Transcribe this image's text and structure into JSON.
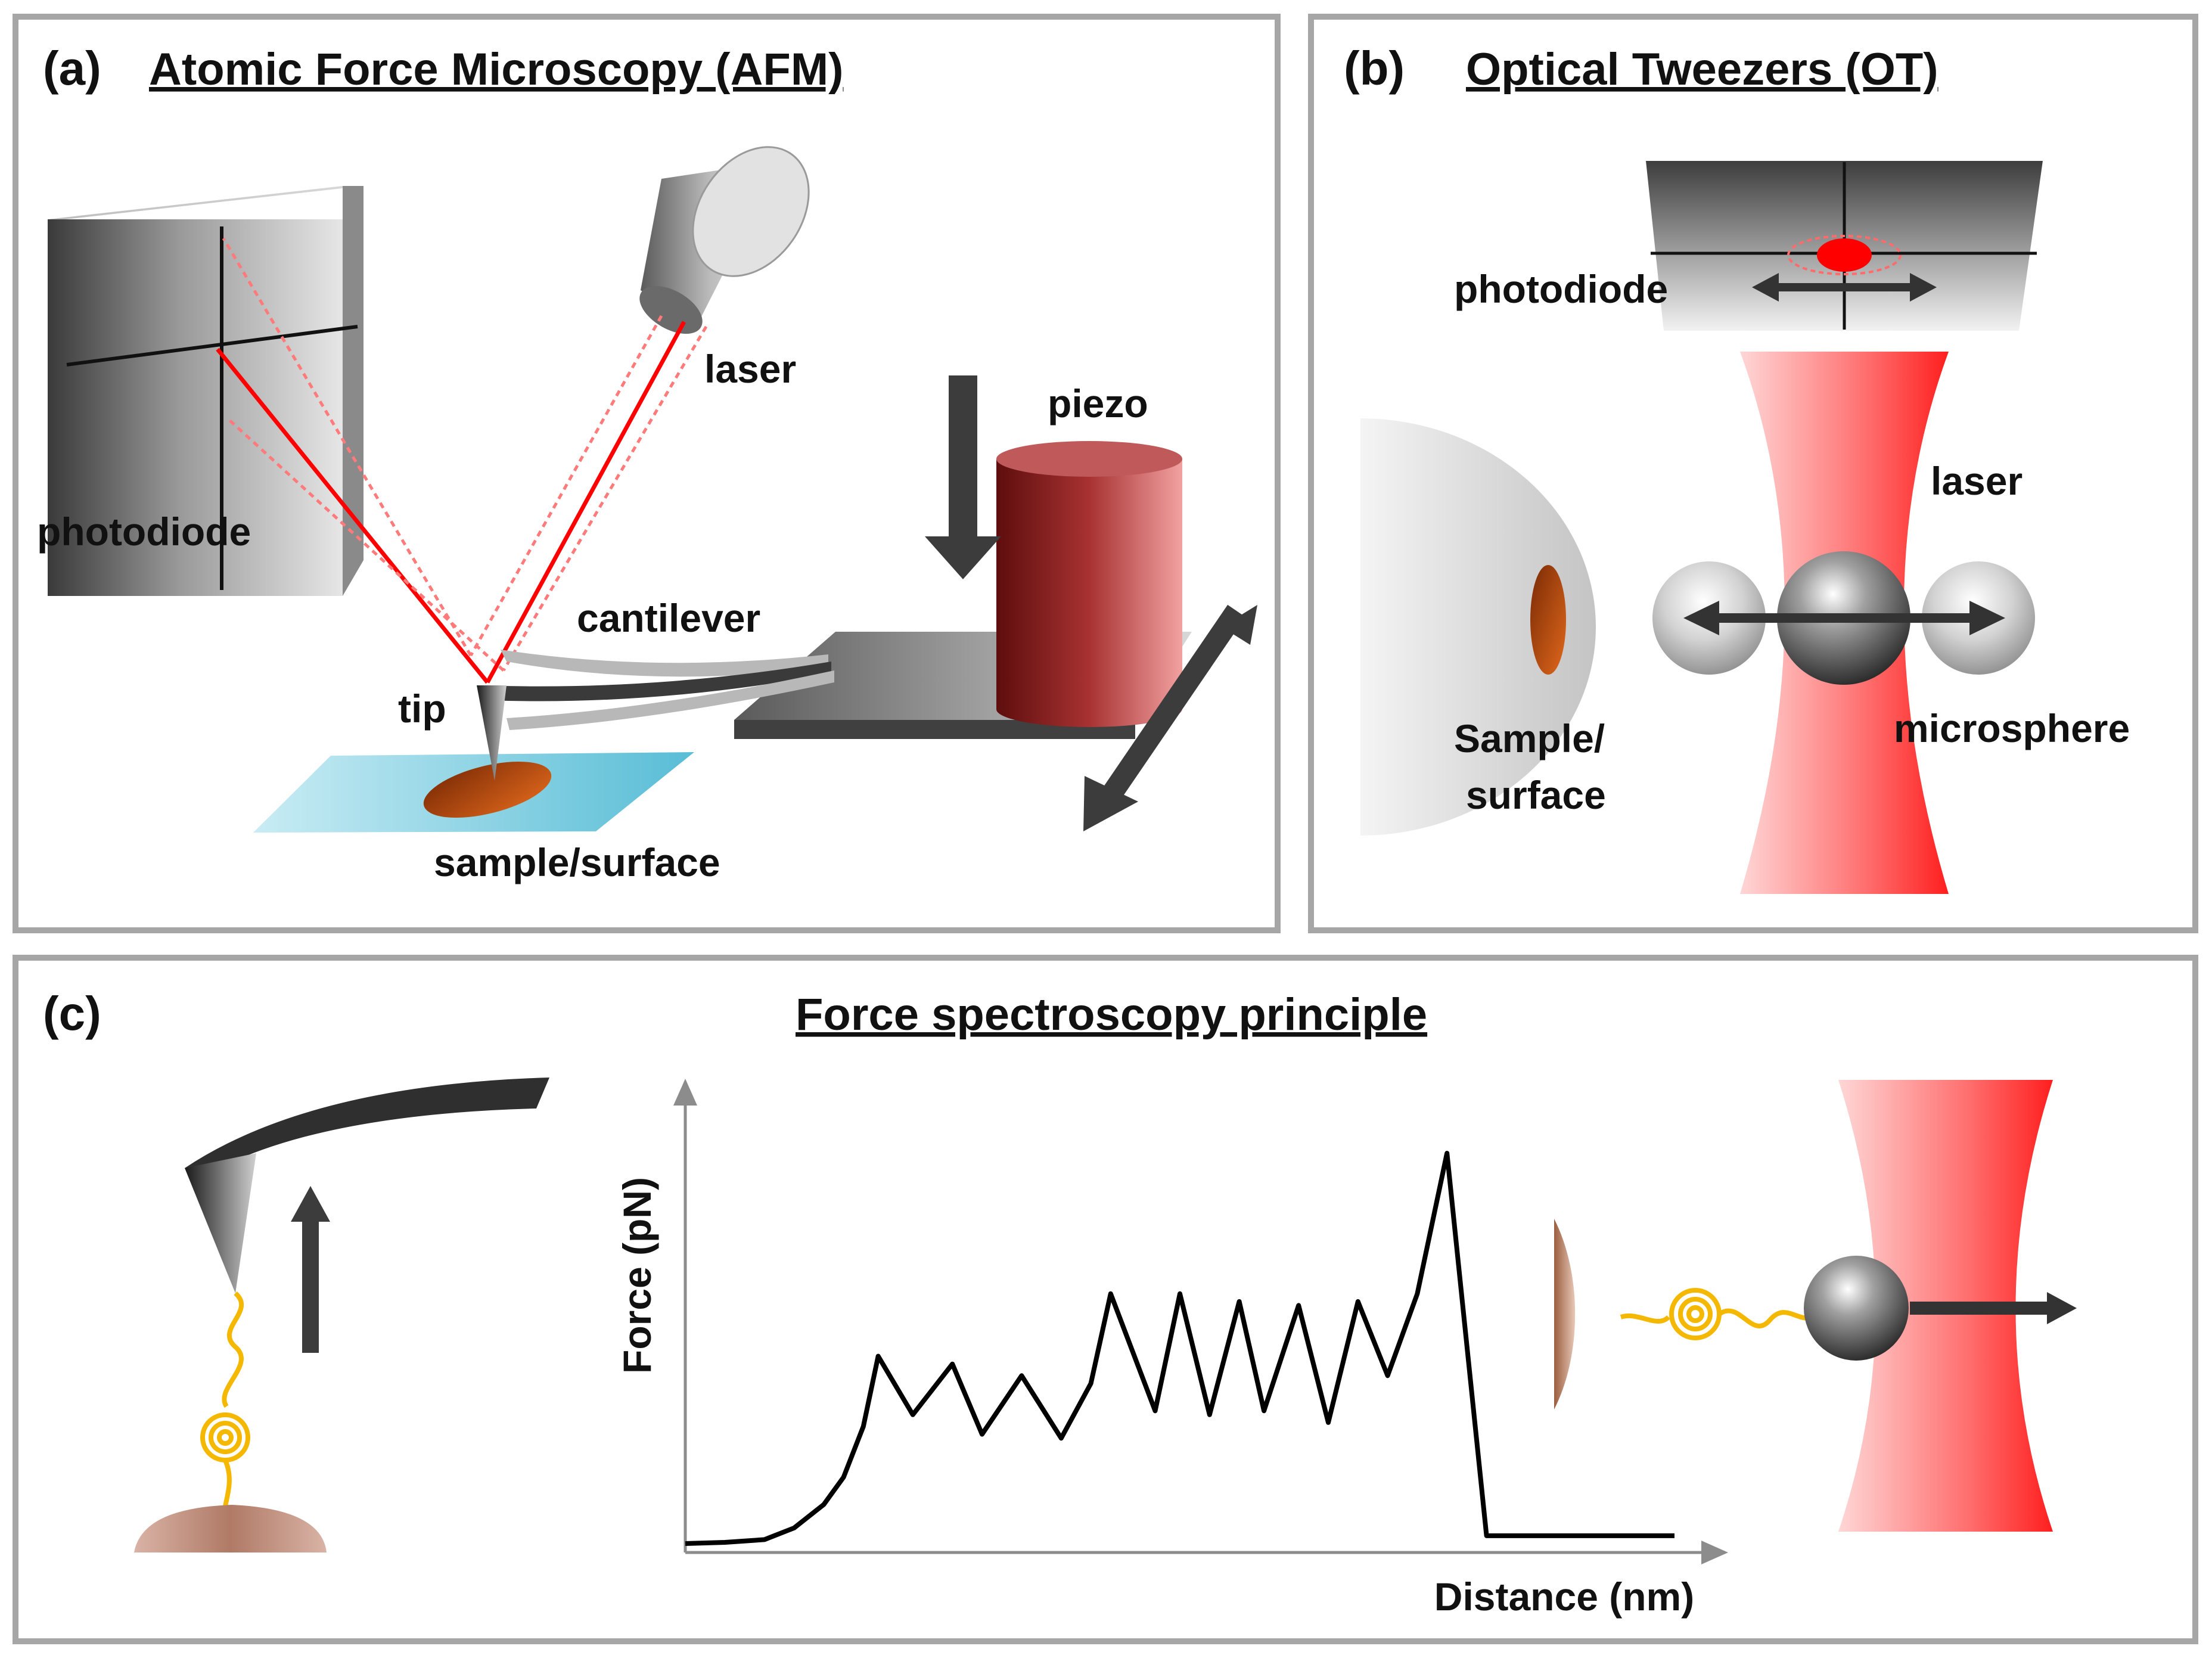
{
  "colors": {
    "panel_border": "#a6a6a6",
    "laser_red": "#ff0000",
    "dark_gray": "#404040",
    "piezo": "#8b1a1a",
    "sample": "#b5480c",
    "glass": "#7ecfe0",
    "tether": "#f5b800",
    "cone_red": "#ff5a5a"
  },
  "panel_a": {
    "letter": "(a)",
    "title": "Atomic Force Microscopy (AFM)",
    "labels": {
      "photodiode": "photodiode",
      "laser": "laser",
      "piezo": "piezo",
      "cantilever": "cantilever",
      "tip": "tip",
      "sample": "sample/surface"
    }
  },
  "panel_b": {
    "letter": "(b)",
    "title": "Optical Tweezers (OT)",
    "labels": {
      "photodiode": "photodiode",
      "laser": "laser",
      "microsphere": "microsphere",
      "sample_line1": "Sample/",
      "sample_line2": "surface"
    }
  },
  "panel_c": {
    "letter": "(c)",
    "title": "Force spectroscopy principle"
  },
  "chart_data": {
    "type": "line",
    "xlabel": "Distance (nm)",
    "ylabel": "Force (pN)",
    "xlim": [
      0,
      100
    ],
    "ylim": [
      0,
      100
    ],
    "series": [
      {
        "x": [
          0,
          4,
          8,
          11,
          14,
          16,
          18,
          19.5,
          23,
          27,
          30,
          34,
          38,
          41,
          43,
          47.5,
          50,
          53,
          56,
          58.5,
          62,
          65,
          68,
          71,
          74,
          77,
          81,
          84,
          86,
          89,
          93.5,
          100
        ],
        "y": [
          0,
          0.3,
          1,
          4,
          10,
          17,
          30,
          48,
          33,
          46,
          28,
          43,
          27,
          41,
          64,
          34,
          64,
          33,
          62,
          34,
          61,
          31,
          62,
          43,
          64,
          100,
          2,
          2,
          2,
          2,
          2,
          2
        ]
      }
    ]
  }
}
